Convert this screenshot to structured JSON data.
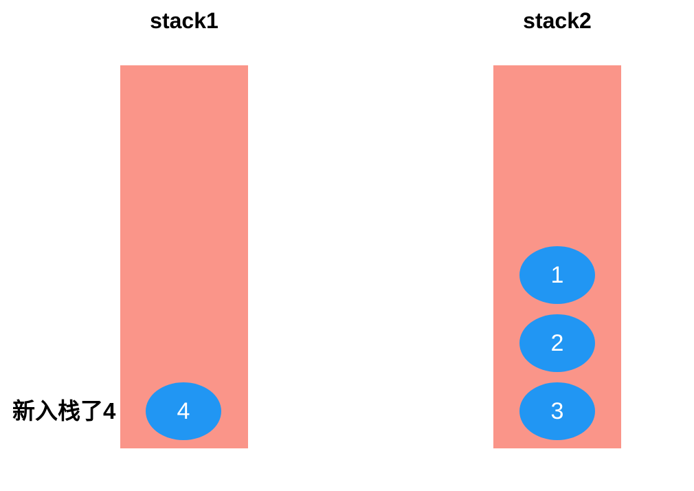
{
  "colors": {
    "stack_fill": "#FA9589",
    "item_fill": "#2196F3",
    "item_label": "#FFFFFF",
    "text": "#000000",
    "canvas_bg": "#FFFFFF"
  },
  "annotation": {
    "text": "新入栈了4"
  },
  "stacks": [
    {
      "title": "stack1",
      "items": [
        {
          "label": "4"
        }
      ]
    },
    {
      "title": "stack2",
      "items": [
        {
          "label": "1"
        },
        {
          "label": "2"
        },
        {
          "label": "3"
        }
      ]
    }
  ]
}
